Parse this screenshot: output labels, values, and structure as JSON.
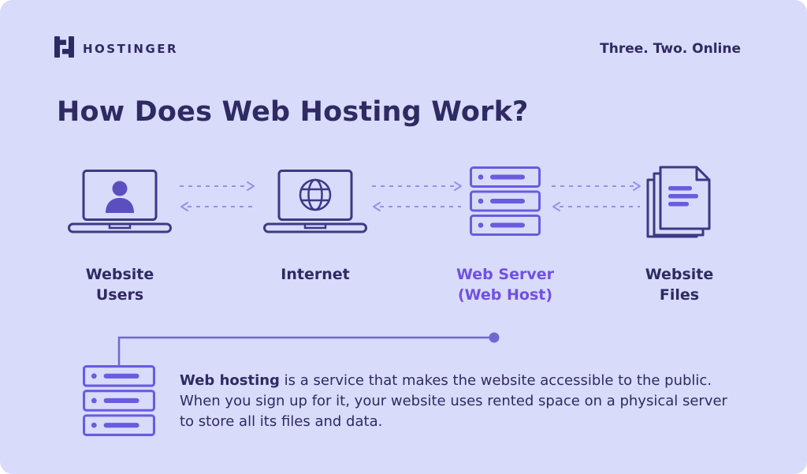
{
  "palette": {
    "background": "#d8dbfa",
    "ink": "#2f2a63",
    "accent": "#7150e0",
    "icon_dark": "#3f3885",
    "icon_violet": "#6b5be0",
    "arrow": "#9691ea",
    "connector": "#6f68d2"
  },
  "header": {
    "brand": "HOSTINGER",
    "tagline": "Three. Two. Online"
  },
  "title": "How Does Web Hosting Work?",
  "flow": {
    "nodes": [
      {
        "icon": "laptop-user-icon",
        "label": "Website\nUsers"
      },
      {
        "icon": "laptop-globe-icon",
        "label": "Internet"
      },
      {
        "icon": "server-stack-icon",
        "label": "Web Server\n(Web Host)"
      },
      {
        "icon": "files-icon",
        "label": "Website\nFiles"
      }
    ]
  },
  "callout": {
    "lead": "Web hosting",
    "body": " is a service that makes the website accessible to the public. When you sign up for it, your website uses rented space on a physical server to store all its files and data."
  }
}
